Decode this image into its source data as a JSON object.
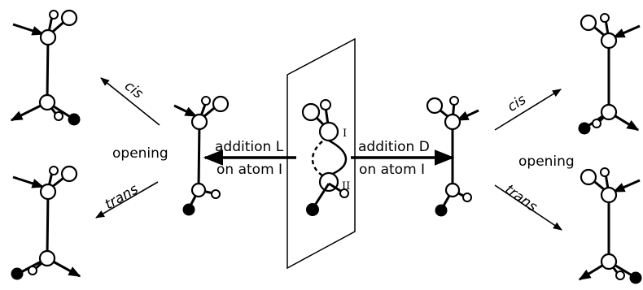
{
  "labels": {
    "addition_left_line1": "addition L",
    "addition_left_line2": "on atom I",
    "addition_right_line1": "addition D",
    "addition_right_line2": "on atom I",
    "opening_left": "opening",
    "opening_right": "opening",
    "cis_left": "cis",
    "trans_left": "trans",
    "cis_right": "cis",
    "trans_right": "trans",
    "atom_1": "I",
    "atom_2": "II"
  }
}
